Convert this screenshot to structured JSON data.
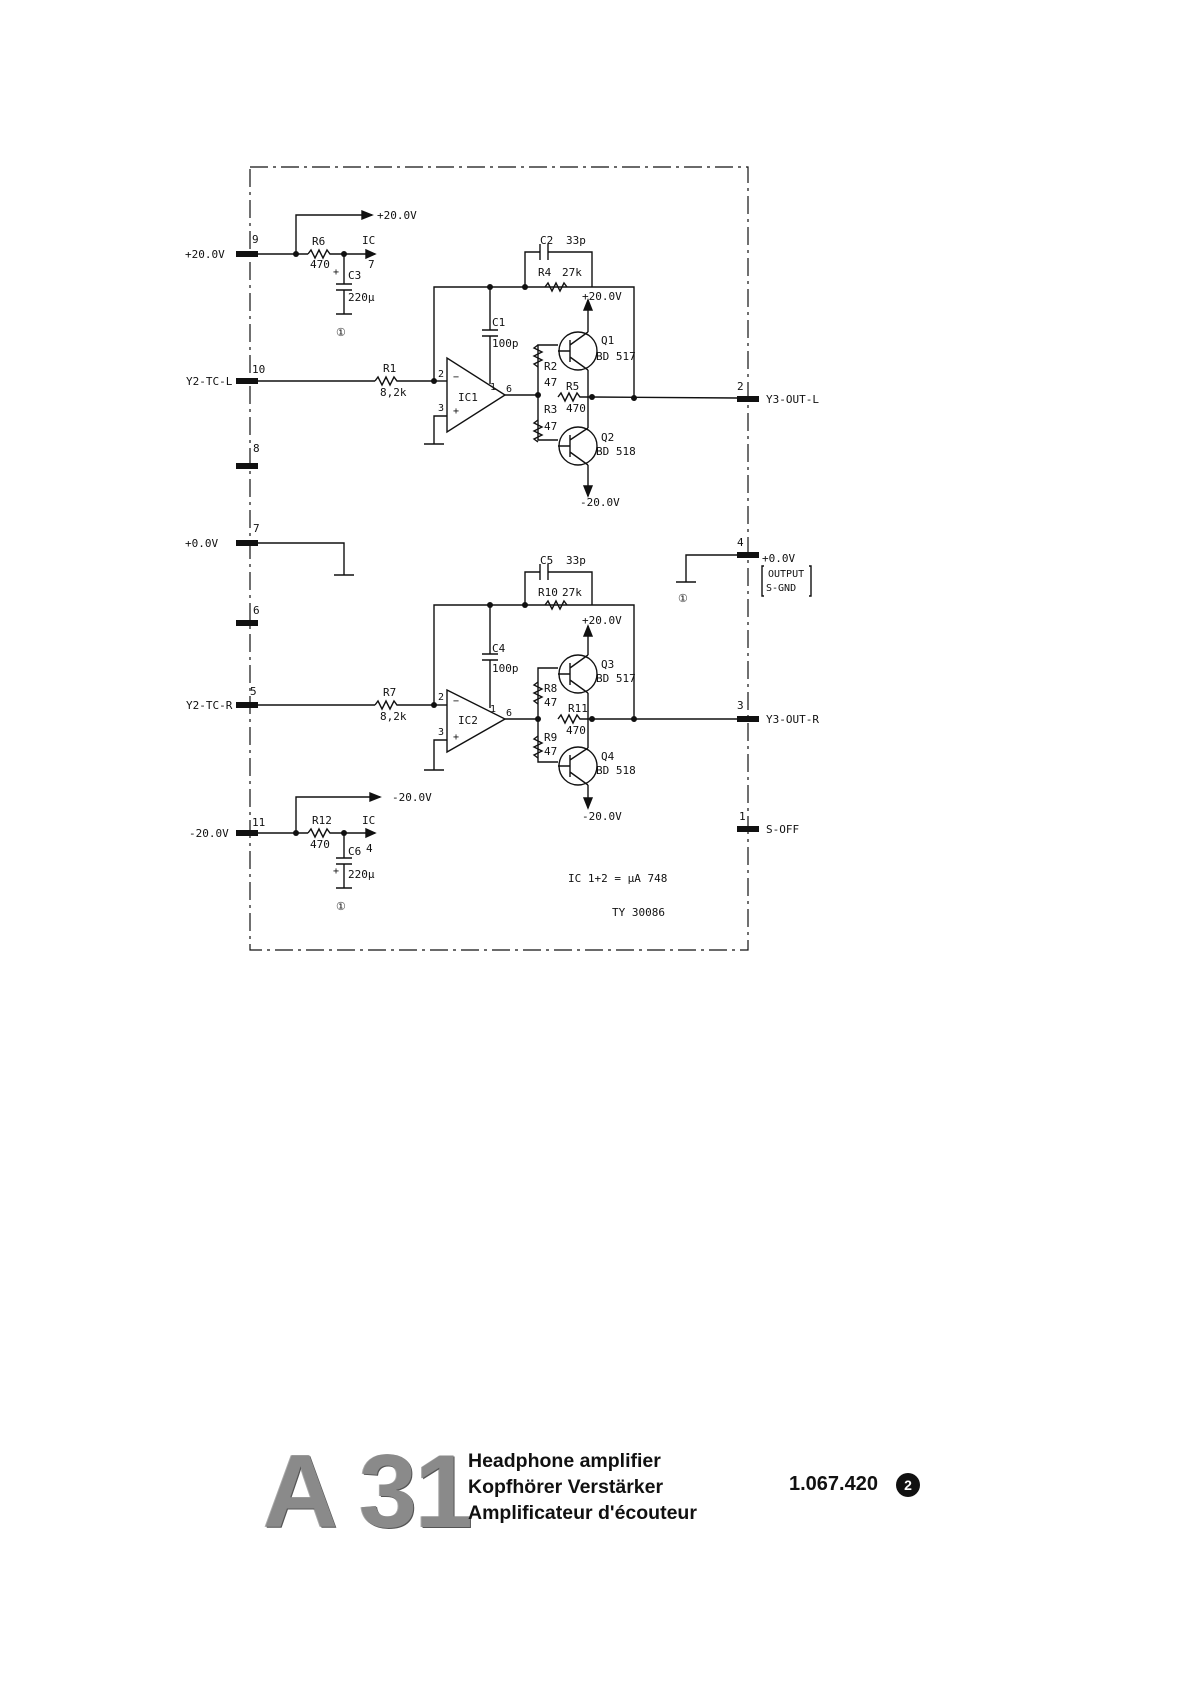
{
  "connectors_left": [
    {
      "pin": "9",
      "label": "+20.0V"
    },
    {
      "pin": "10",
      "label": "Y2-TC-L"
    },
    {
      "pin": "8",
      "label": ""
    },
    {
      "pin": "7",
      "label": "+0.0V"
    },
    {
      "pin": "6",
      "label": ""
    },
    {
      "pin": "5",
      "label": "Y2-TC-R"
    },
    {
      "pin": "11",
      "label": "-20.0V"
    }
  ],
  "connectors_right": [
    {
      "pin": "2",
      "label": "Y3-OUT-L"
    },
    {
      "pin": "4",
      "label": "+0.0V",
      "note_line1": "OUTPUT",
      "note_line2": "S-GND"
    },
    {
      "pin": "3",
      "label": "Y3-OUT-R"
    },
    {
      "pin": "1",
      "label": "S-OFF"
    }
  ],
  "supply": {
    "pos_rail": "+20.0V",
    "neg_rail": "-20.0V",
    "r6": {
      "name": "R6",
      "value": "470"
    },
    "c3": {
      "name": "C3",
      "value": "220µ"
    },
    "ic_pin_top": {
      "name": "IC",
      "pin": "7"
    },
    "r12": {
      "name": "R12",
      "value": "470"
    },
    "c6": {
      "name": "C6",
      "value": "220µ"
    },
    "ic_pin_bottom": {
      "name": "IC",
      "pin": "4"
    },
    "ground_symbol": "①"
  },
  "channel_left": {
    "c2": {
      "name": "C2",
      "value": "33p"
    },
    "r4": {
      "name": "R4",
      "value": "27k"
    },
    "c1": {
      "name": "C1",
      "value": "100p"
    },
    "r1": {
      "name": "R1",
      "value": "8,2k"
    },
    "ic": "IC1",
    "pins": {
      "inv": "2",
      "non_inv": "3",
      "n1": "1",
      "out": "6"
    },
    "r2": {
      "name": "R2",
      "value": "47"
    },
    "r3": {
      "name": "R3",
      "value": "47"
    },
    "r5": {
      "name": "R5",
      "value": "470"
    },
    "q_top": {
      "name": "Q1",
      "part": "BD 517"
    },
    "q_bot": {
      "name": "Q2",
      "part": "BD 518"
    },
    "rail_top": "+20.0V",
    "rail_bot": "-20.0V"
  },
  "channel_right": {
    "c5": {
      "name": "C5",
      "value": "33p"
    },
    "r10": {
      "name": "R10",
      "value": "27k"
    },
    "c4": {
      "name": "C4",
      "value": "100p"
    },
    "r7": {
      "name": "R7",
      "value": "8,2k"
    },
    "ic": "IC2",
    "pins": {
      "inv": "2",
      "non_inv": "3",
      "n1": "1",
      "out": "6"
    },
    "r8": {
      "name": "R8",
      "value": "47"
    },
    "r9": {
      "name": "R9",
      "value": "47"
    },
    "r11": {
      "name": "R11",
      "value": "470"
    },
    "q_top": {
      "name": "Q3",
      "part": "BD 517"
    },
    "q_bot": {
      "name": "Q4",
      "part": "BD 518"
    },
    "rail_top": "+20.0V",
    "rail_bot": "-20.0V"
  },
  "notes": {
    "ic_type": "IC 1+2 = µA 748",
    "drawing_no": "TY 30086"
  },
  "title_block": {
    "module": "A 31",
    "title_en": "Headphone amplifier",
    "title_de": "Kopfhörer Verstärker",
    "title_fr": "Amplificateur d'écouteur",
    "doc_number": "1.067.420",
    "revision": "2"
  }
}
